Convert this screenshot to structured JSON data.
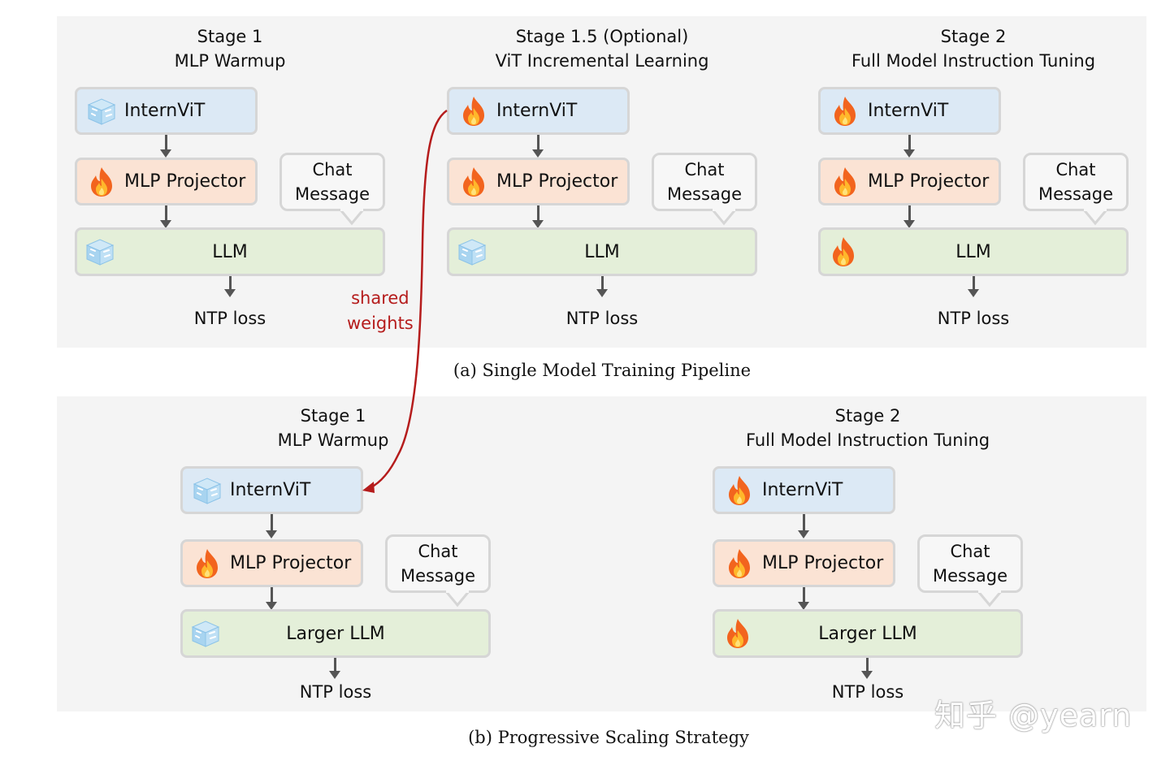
{
  "panel_a": {
    "caption": "(a) Single Model Training Pipeline",
    "stages": [
      {
        "title_line1": "Stage 1",
        "title_line2": "MLP Warmup",
        "vit": "InternViT",
        "mlp": "MLP Projector",
        "chat_line1": "Chat",
        "chat_line2": "Message",
        "llm": "LLM",
        "loss": "NTP loss",
        "vit_icon": "ice-cube-icon",
        "mlp_icon": "flame-icon",
        "llm_icon": "ice-cube-icon"
      },
      {
        "title_line1": "Stage 1.5 (Optional)",
        "title_line2": "ViT Incremental Learning",
        "vit": "InternViT",
        "mlp": "MLP Projector",
        "chat_line1": "Chat",
        "chat_line2": "Message",
        "llm": "LLM",
        "loss": "NTP loss",
        "vit_icon": "flame-icon",
        "mlp_icon": "flame-icon",
        "llm_icon": "ice-cube-icon"
      },
      {
        "title_line1": "Stage 2",
        "title_line2": "Full Model Instruction Tuning",
        "vit": "InternViT",
        "mlp": "MLP Projector",
        "chat_line1": "Chat",
        "chat_line2": "Message",
        "llm": "LLM",
        "loss": "NTP loss",
        "vit_icon": "flame-icon",
        "mlp_icon": "flame-icon",
        "llm_icon": "flame-icon"
      }
    ]
  },
  "panel_b": {
    "caption": "(b) Progressive Scaling Strategy",
    "stages": [
      {
        "title_line1": "Stage 1",
        "title_line2": "MLP Warmup",
        "vit": "InternViT",
        "mlp": "MLP Projector",
        "chat_line1": "Chat",
        "chat_line2": "Message",
        "llm": "Larger LLM",
        "loss": "NTP loss",
        "vit_icon": "ice-cube-icon",
        "mlp_icon": "flame-icon",
        "llm_icon": "ice-cube-icon"
      },
      {
        "title_line1": "Stage 2",
        "title_line2": "Full Model Instruction Tuning",
        "vit": "InternViT",
        "mlp": "MLP Projector",
        "chat_line1": "Chat",
        "chat_line2": "Message",
        "llm": "Larger LLM",
        "loss": "NTP loss",
        "vit_icon": "flame-icon",
        "mlp_icon": "flame-icon",
        "llm_icon": "flame-icon"
      }
    ]
  },
  "shared_weights": {
    "line1": "shared",
    "line2": "weights",
    "color": "#b51c1c"
  },
  "watermark": "知乎 @yearn",
  "colors": {
    "vit_bg": "#dce9f5",
    "mlp_bg": "#fbe3d4",
    "llm_bg": "#e4efd9",
    "panel_bg": "#f4f4f4"
  }
}
